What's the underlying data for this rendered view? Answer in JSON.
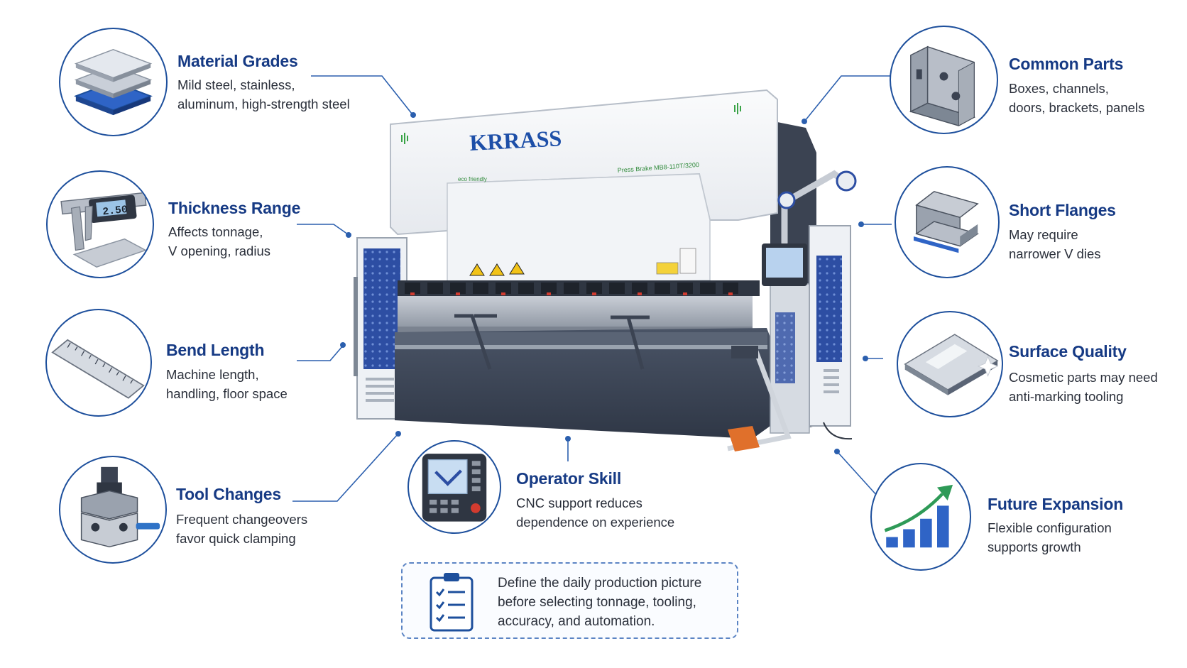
{
  "machine": {
    "brand": "KRRASS",
    "model": "Press Brake MB8-110T/3200",
    "eco": "eco friendly"
  },
  "features": {
    "material": {
      "title": "Material Grades",
      "lines": [
        "Mild steel, stainless,",
        "aluminum, high-strength steel"
      ],
      "icon": "metal-sheets-icon"
    },
    "thickness": {
      "title": "Thickness Range",
      "lines": [
        "Affects tonnage,",
        "V opening, radius"
      ],
      "icon": "caliper-icon",
      "readout": "2.50"
    },
    "bend": {
      "title": "Bend Length",
      "lines": [
        "Machine length,",
        "handling, floor space"
      ],
      "icon": "ruler-icon"
    },
    "tool": {
      "title": "Tool Changes",
      "lines": [
        "Frequent changeovers",
        "favor quick clamping"
      ],
      "icon": "clamp-icon"
    },
    "operator": {
      "title": "Operator Skill",
      "lines": [
        "CNC support reduces",
        "dependence on experience"
      ],
      "icon": "cnc-controller-icon"
    },
    "parts": {
      "title": "Common Parts",
      "lines": [
        "Boxes, channels,",
        "doors, brackets, panels"
      ],
      "icon": "bracket-part-icon"
    },
    "flanges": {
      "title": "Short Flanges",
      "lines": [
        "May require",
        "narrower V dies"
      ],
      "icon": "bent-flange-icon"
    },
    "surface": {
      "title": "Surface Quality",
      "lines": [
        "Cosmetic parts may need",
        "anti-marking tooling"
      ],
      "icon": "polished-plate-icon"
    },
    "future": {
      "title": "Future Expansion",
      "lines": [
        "Flexible configuration",
        "supports growth"
      ],
      "icon": "growth-chart-icon"
    }
  },
  "note": {
    "icon": "clipboard-checklist-icon",
    "lines": [
      "Define the daily production picture",
      "before selecting tonnage, tooling,",
      "accuracy, and automation."
    ]
  },
  "colors": {
    "accent": "#163a84",
    "line": "#2b5fae",
    "panel": "#2d4ea3",
    "bed": "#3a4352"
  }
}
